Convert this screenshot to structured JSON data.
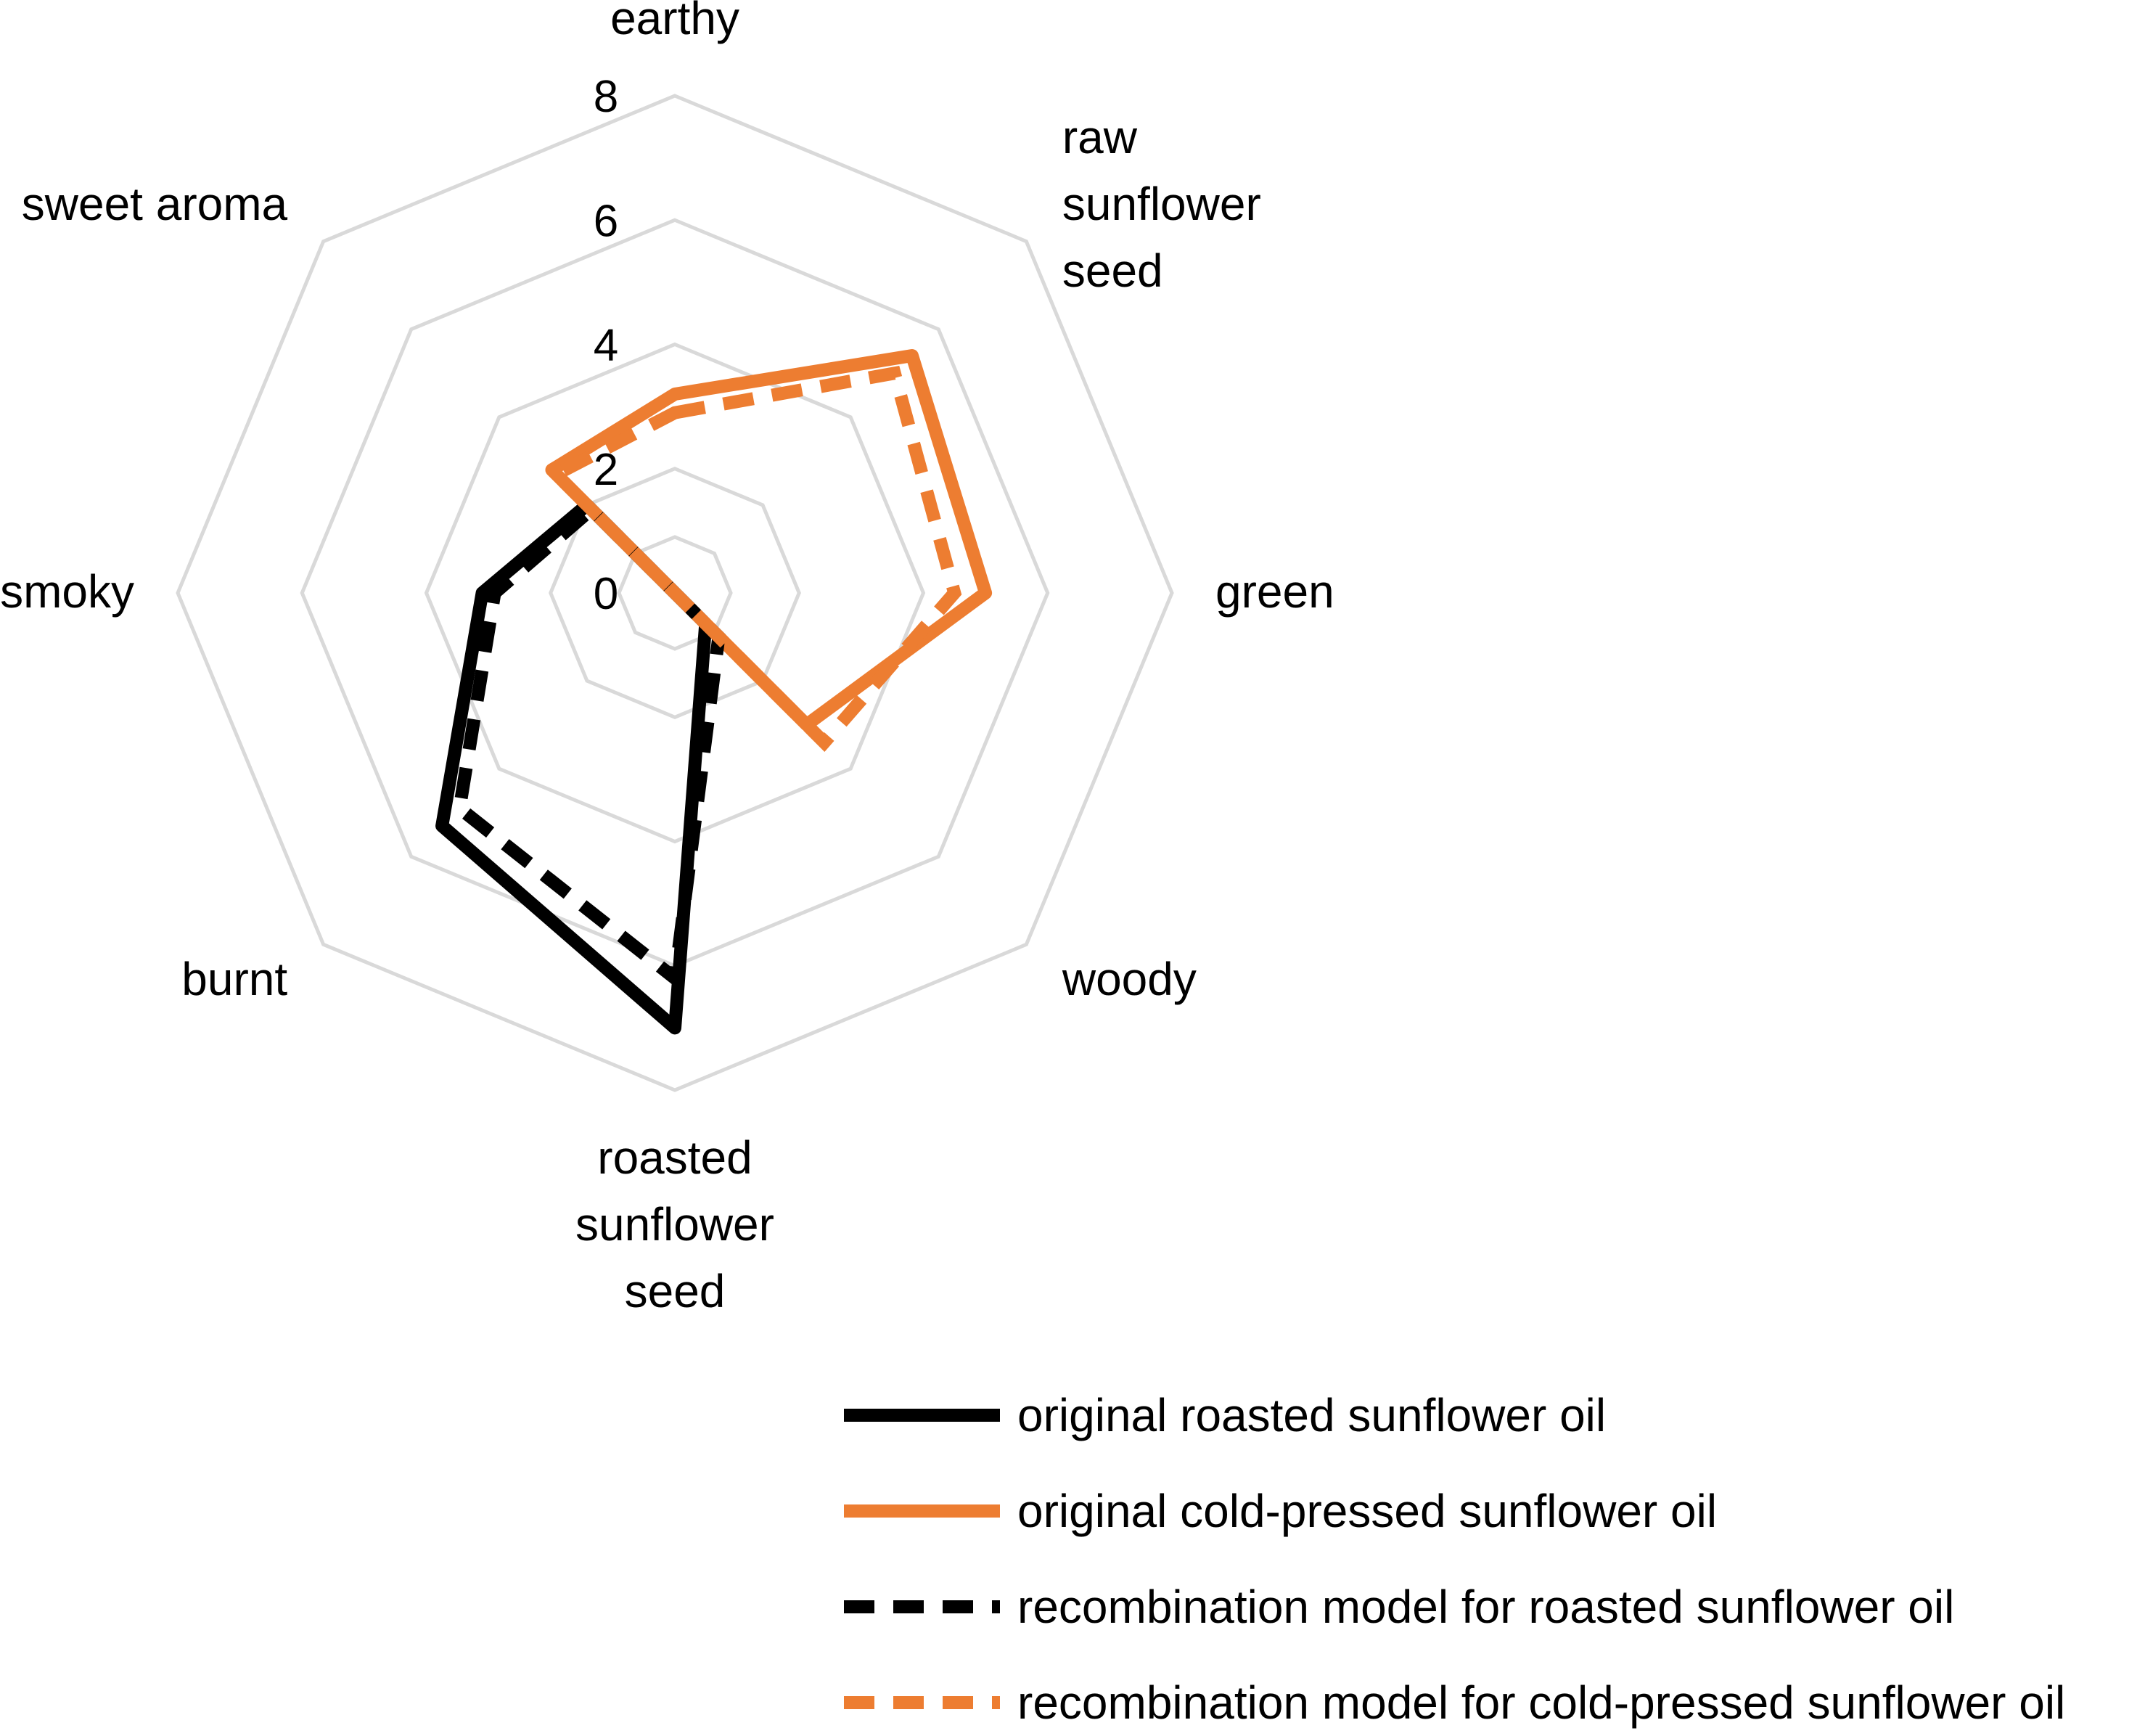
{
  "chart_data": {
    "type": "radar",
    "axes": [
      [
        "earthy"
      ],
      [
        "raw",
        "sunflower",
        "seed"
      ],
      [
        "green"
      ],
      [
        "woody"
      ],
      [
        "roasted",
        "sunflower",
        "seed"
      ],
      [
        "burnt"
      ],
      [
        "smoky"
      ],
      [
        "sweet aroma"
      ]
    ],
    "rlim": [
      0,
      8
    ],
    "ticks": [
      "0",
      "2",
      "4",
      "6",
      "8"
    ],
    "series": [
      {
        "name": "original roasted sunflower oil",
        "color": "#000000",
        "dash": "solid",
        "values": [
          0,
          0,
          0,
          0.7,
          7.0,
          5.3,
          3.1,
          2.0
        ]
      },
      {
        "name": "original cold-pressed sunflower oil",
        "color": "#ED7D31",
        "dash": "solid",
        "values": [
          3.2,
          5.4,
          5.0,
          3.0,
          0,
          0,
          0,
          2.8
        ]
      },
      {
        "name": "recombination model for roasted sunflower oil",
        "color": "#000000",
        "dash": "dashed",
        "values": [
          0,
          0,
          0,
          1.0,
          6.2,
          4.9,
          2.9,
          1.9
        ]
      },
      {
        "name": "recombination model for cold-pressed sunflower oil",
        "color": "#ED7D31",
        "dash": "dashed",
        "values": [
          2.9,
          5.0,
          4.5,
          3.4,
          0,
          0,
          0,
          2.7
        ]
      }
    ],
    "grid": true,
    "legend": "bottom-right"
  }
}
